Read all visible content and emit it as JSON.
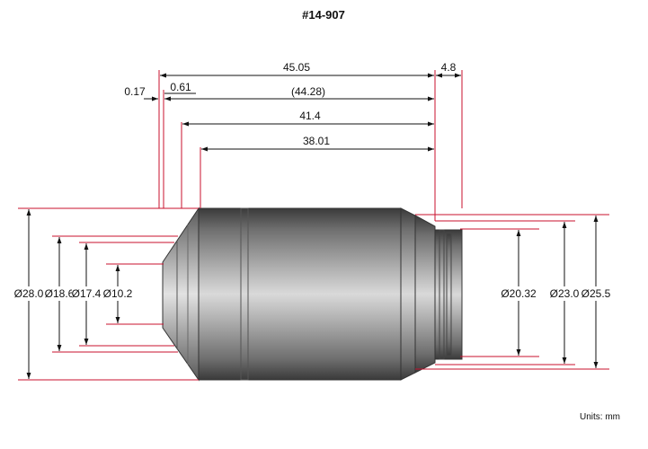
{
  "title": "#14-907",
  "units_label": "Units: mm",
  "colors": {
    "dimension_line": "#c8102e",
    "arrow": "#111111",
    "text": "#111111",
    "body_dark": "#4a4a4a",
    "body_mid": "#8c8c8c",
    "body_light": "#d6d6d6"
  },
  "length_dimensions": [
    "45.05",
    "4.8",
    "0.17",
    "0.61",
    "(44.28)",
    "41.4",
    "38.01"
  ],
  "diameter_dimensions": [
    "Ø28.0",
    "Ø18.6",
    "Ø17.4",
    "Ø10.2",
    "Ø20.32",
    "Ø23.0",
    "Ø25.5"
  ]
}
